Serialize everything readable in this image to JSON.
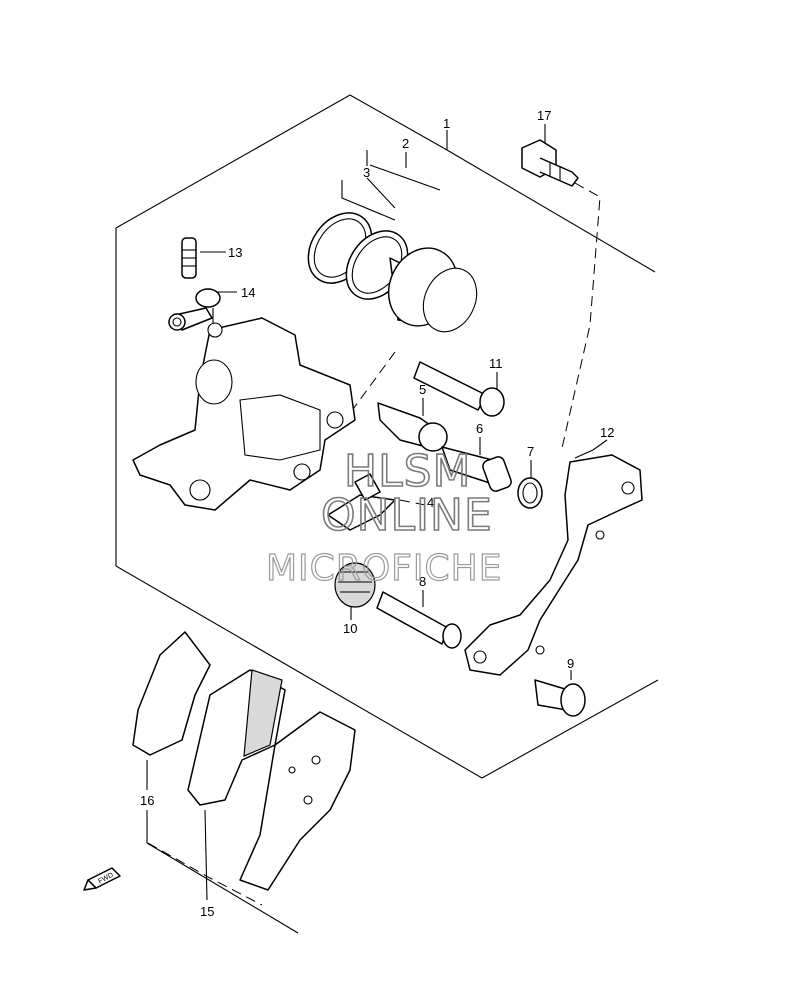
{
  "diagram": {
    "part_numbers": {
      "p1": "1",
      "p2": "2",
      "p3": "3",
      "p4": "4",
      "p5": "5",
      "p6": "6",
      "p7": "7",
      "p8": "8",
      "p9": "9",
      "p10": "10",
      "p11": "11",
      "p12": "12",
      "p13": "13",
      "p14": "14",
      "p15": "15",
      "p16": "16",
      "p17": "17"
    },
    "watermark": {
      "line1": "HLSM",
      "line2": "ONLINE",
      "line3": "MICROFICHE"
    },
    "fwd_label": "FWD"
  }
}
